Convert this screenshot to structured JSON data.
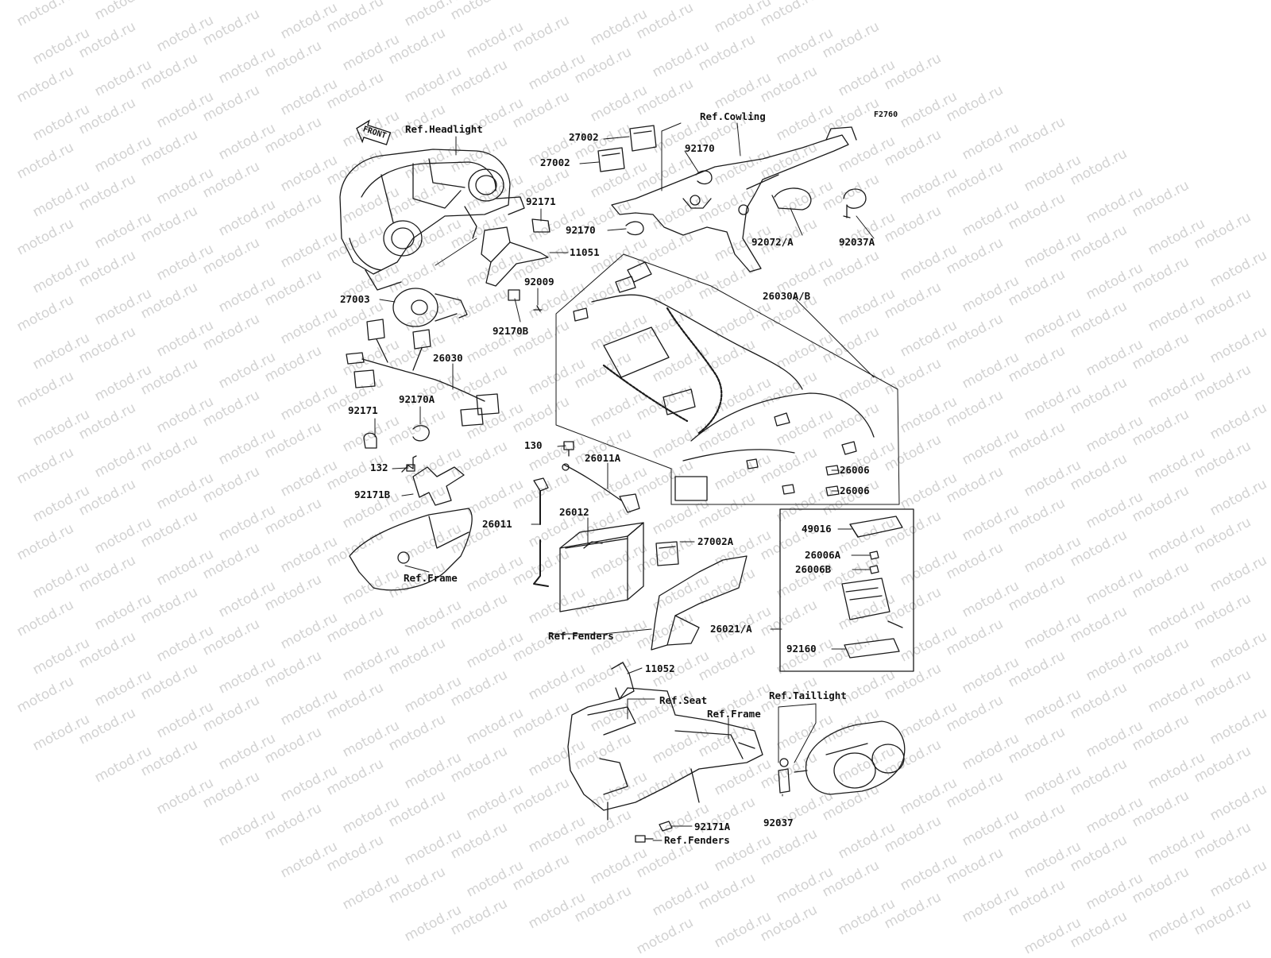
{
  "figure_code": "F2760",
  "front_label": "FRONT",
  "watermark": "motod.ru",
  "labels": {
    "ref_headlight": "Ref.Headlight",
    "ref_cowling": "Ref.Cowling",
    "ref_frame_left": "Ref.Frame",
    "ref_fenders_mid": "Ref.Fenders",
    "ref_seat": "Ref.Seat",
    "ref_frame_bottom": "Ref.Frame",
    "ref_taillight": "Ref.Taillight",
    "ref_fenders_bottom": "Ref.Fenders",
    "p27002_a": "27002",
    "p27002_b": "27002",
    "p92170_top": "92170",
    "p92170_mid": "92170",
    "p92072a": "92072/A",
    "p92037a": "92037A",
    "p92171_top": "92171",
    "p11051": "11051",
    "p92009": "92009",
    "p27003": "27003",
    "p92170b": "92170B",
    "p26030ab": "26030A/B",
    "p26030": "26030",
    "p92171_left": "92171",
    "p92170a": "92170A",
    "p130": "130",
    "p26011a": "26011A",
    "p132": "132",
    "p92171b": "92171B",
    "p26006_a": "26006",
    "p26006_b": "26006",
    "p26011": "26011",
    "p26012": "26012",
    "p49016": "49016",
    "p27002a": "27002A",
    "p26006a": "26006A",
    "p26006b": "26006B",
    "p26021a": "26021/A",
    "p92160": "92160",
    "p11052": "11052",
    "p92037": "92037",
    "p92171a": "92171A"
  }
}
